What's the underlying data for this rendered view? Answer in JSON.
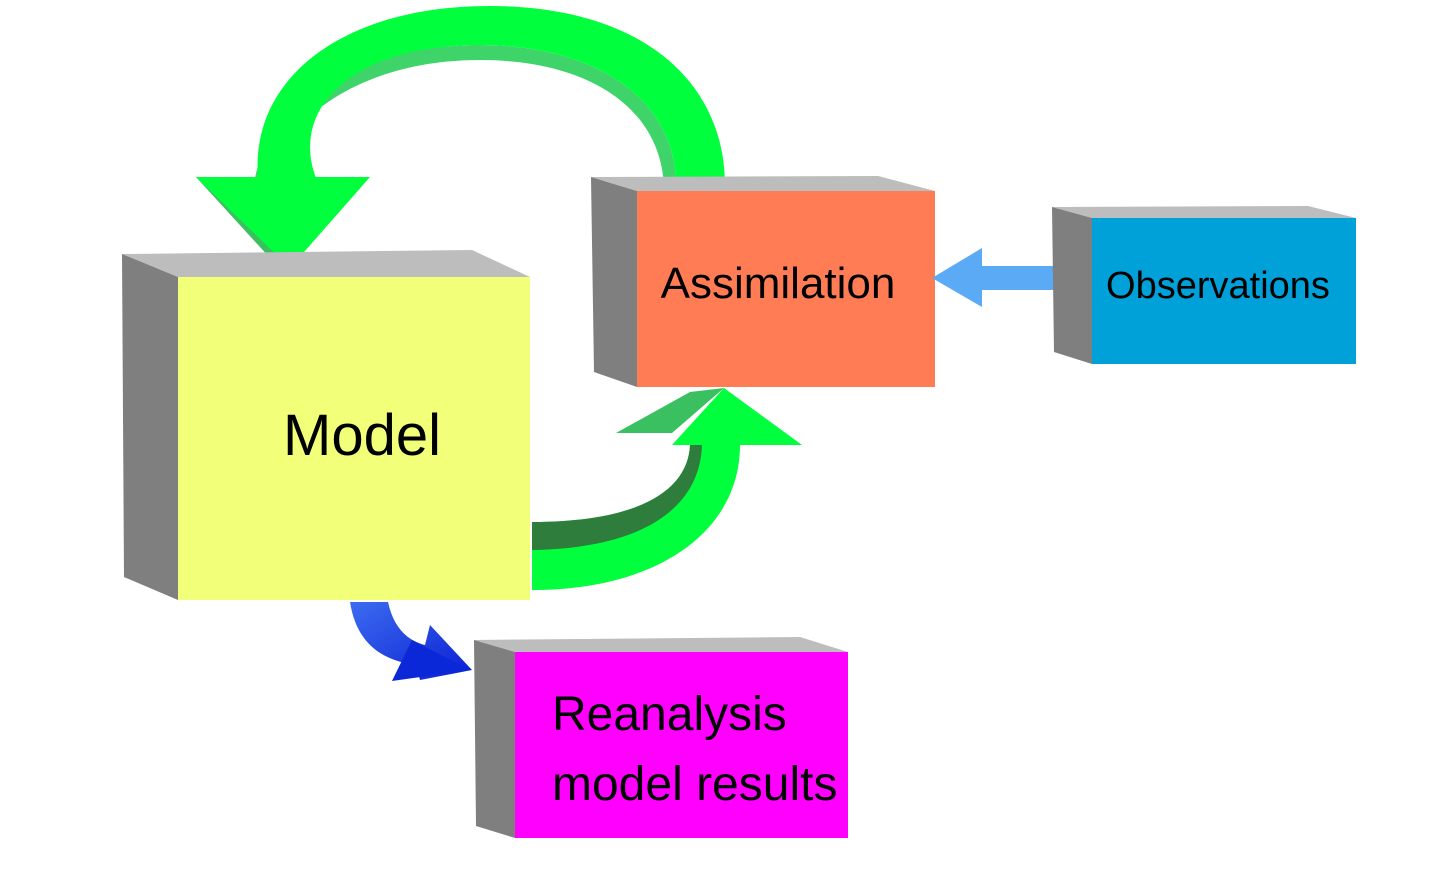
{
  "boxes": {
    "model": {
      "label": "Model",
      "color": "#f2ff78"
    },
    "assimilation": {
      "label": "Assimilation",
      "color": "#ff7c54"
    },
    "observations": {
      "label": "Observations",
      "color": "#00a0d8"
    },
    "reanalysis": {
      "line1": "Reanalysis",
      "line2": "model results",
      "color": "#ff00ff"
    }
  },
  "colors": {
    "box_top": "#bdbdbd",
    "box_side": "#7f7f7f",
    "arrow_green": "#00ff3c",
    "arrow_green_dark": "#2f7d3c",
    "arrow_light_blue": "#5aaaf5",
    "arrow_blue": "#0a32dc"
  }
}
